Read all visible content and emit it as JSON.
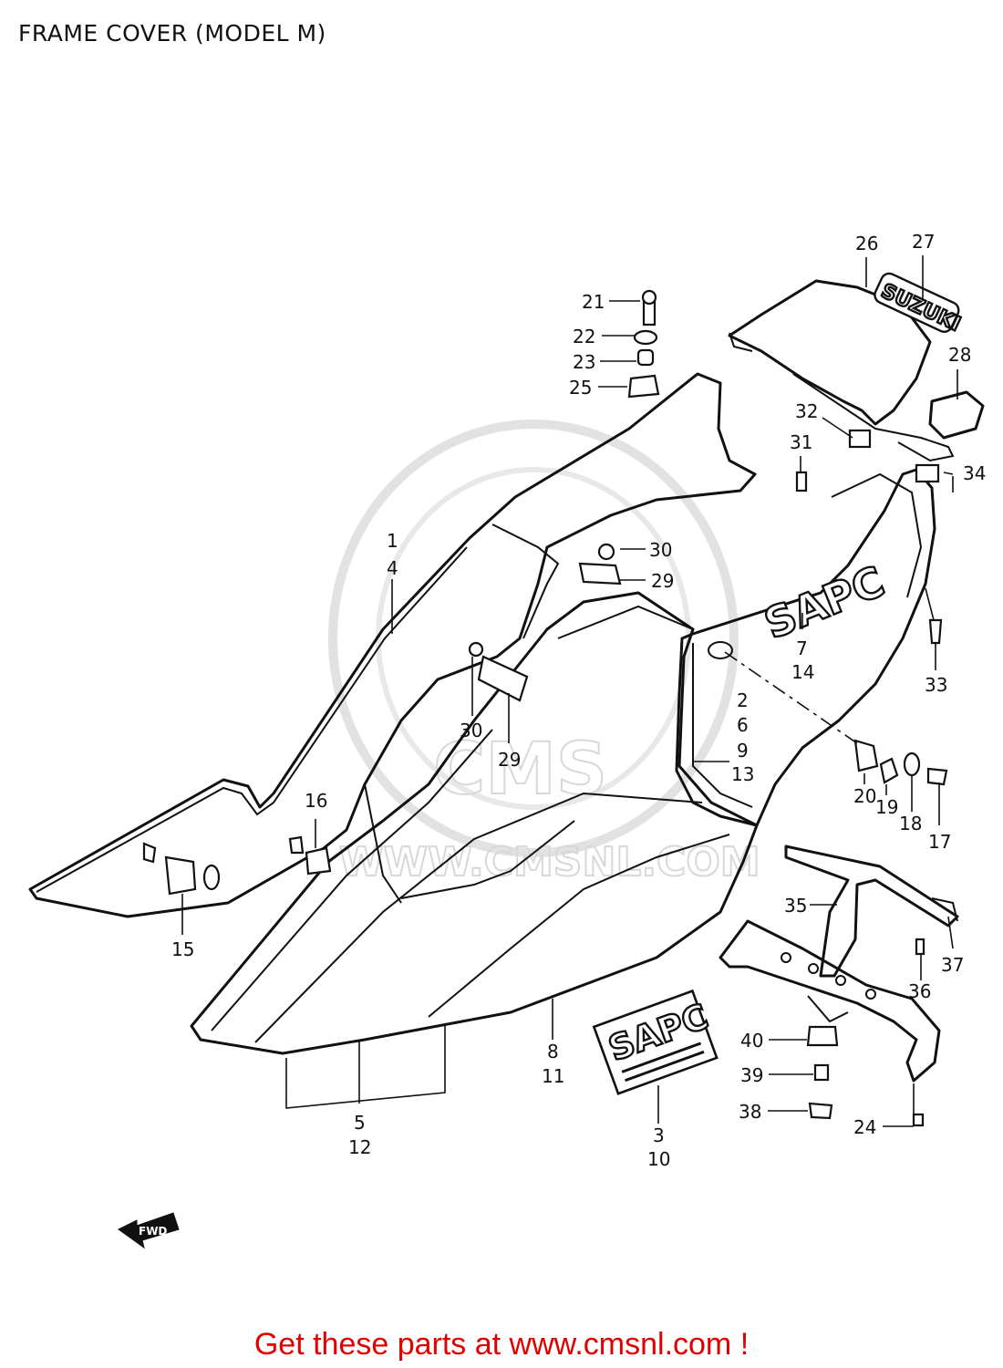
{
  "title": "FRAME COVER (MODEL M)",
  "watermark": {
    "url_text": "WWW.CMSNL.COM",
    "logo_text": "CMS"
  },
  "emblem": {
    "sapc": "SAPC",
    "suzuki": "SUZUKI"
  },
  "fwd_label": "FWD",
  "promo": "Get these parts at www.cmsnl.com !",
  "callouts": [
    {
      "id": "c21",
      "text": "21"
    },
    {
      "id": "c22",
      "text": "22"
    },
    {
      "id": "c23",
      "text": "23"
    },
    {
      "id": "c25",
      "text": "25"
    },
    {
      "id": "c26",
      "text": "26"
    },
    {
      "id": "c27",
      "text": "27"
    },
    {
      "id": "c28",
      "text": "28"
    },
    {
      "id": "c32",
      "text": "32"
    },
    {
      "id": "c31",
      "text": "31"
    },
    {
      "id": "c34",
      "text": "34"
    },
    {
      "id": "c1",
      "text": "1"
    },
    {
      "id": "c4",
      "text": "4"
    },
    {
      "id": "c30a",
      "text": "30"
    },
    {
      "id": "c29a",
      "text": "29"
    },
    {
      "id": "c7",
      "text": "7"
    },
    {
      "id": "c14",
      "text": "14"
    },
    {
      "id": "c33",
      "text": "33"
    },
    {
      "id": "c2",
      "text": "2"
    },
    {
      "id": "c6",
      "text": "6"
    },
    {
      "id": "c9",
      "text": "9"
    },
    {
      "id": "c13",
      "text": "13"
    },
    {
      "id": "c30b",
      "text": "30"
    },
    {
      "id": "c29b",
      "text": "29"
    },
    {
      "id": "c20",
      "text": "20"
    },
    {
      "id": "c19",
      "text": "19"
    },
    {
      "id": "c18",
      "text": "18"
    },
    {
      "id": "c17",
      "text": "17"
    },
    {
      "id": "c16",
      "text": "16"
    },
    {
      "id": "c15",
      "text": "15"
    },
    {
      "id": "c35",
      "text": "35"
    },
    {
      "id": "c37",
      "text": "37"
    },
    {
      "id": "c36",
      "text": "36"
    },
    {
      "id": "c8",
      "text": "8"
    },
    {
      "id": "c11",
      "text": "11"
    },
    {
      "id": "c40",
      "text": "40"
    },
    {
      "id": "c39",
      "text": "39"
    },
    {
      "id": "c38",
      "text": "38"
    },
    {
      "id": "c24",
      "text": "24"
    },
    {
      "id": "c5",
      "text": "5"
    },
    {
      "id": "c12",
      "text": "12"
    },
    {
      "id": "c3",
      "text": "3"
    },
    {
      "id": "c10",
      "text": "10"
    }
  ]
}
